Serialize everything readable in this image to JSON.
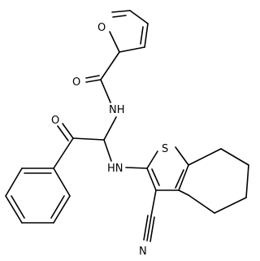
{
  "molecule": {
    "atoms": {
      "furan_o": "O",
      "amide_o": "O",
      "amide_nh": "NH",
      "ketone_o": "O",
      "amine_nh": "HN",
      "thiophene_s": "S",
      "nitrile_n": "N"
    }
  }
}
